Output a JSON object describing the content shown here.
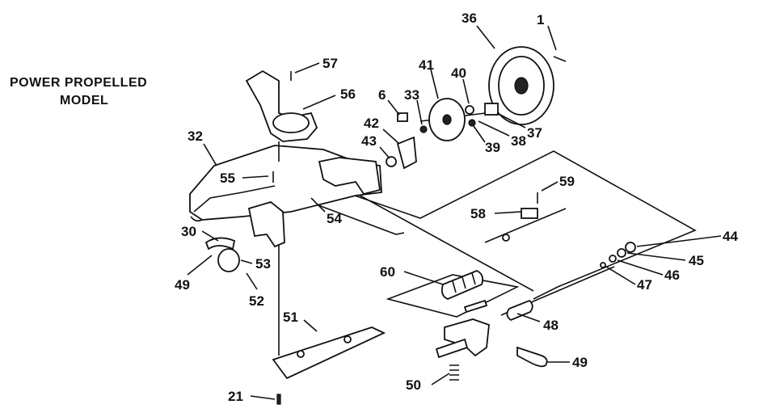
{
  "title": {
    "line1": "POWER PROPELLED",
    "line2": "MODEL"
  },
  "callouts": [
    "1",
    "36",
    "41",
    "40",
    "57",
    "56",
    "6",
    "33",
    "42",
    "43",
    "37",
    "38",
    "39",
    "32",
    "55",
    "54",
    "59",
    "58",
    "30",
    "53",
    "49",
    "52",
    "44",
    "45",
    "46",
    "47",
    "60",
    "48",
    "51",
    "50",
    "21"
  ]
}
